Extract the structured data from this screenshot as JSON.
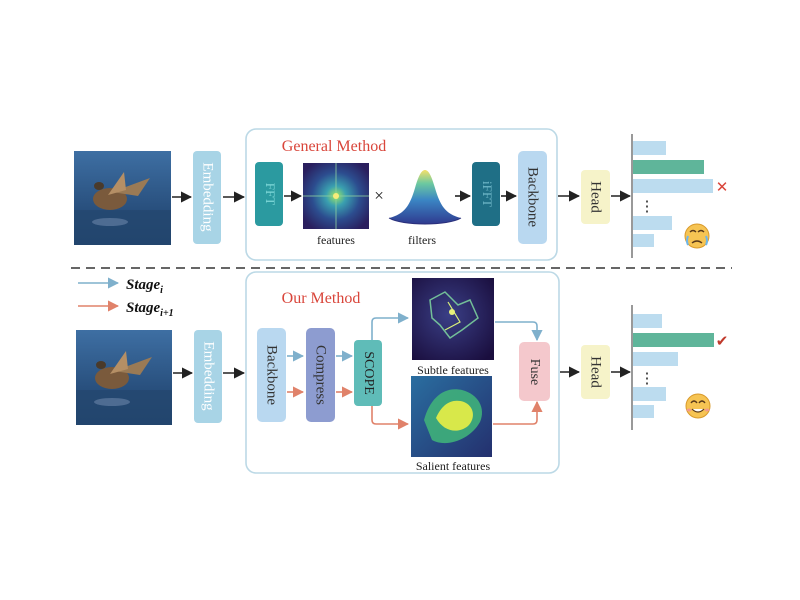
{
  "general": {
    "title": "General Method",
    "embedding": "Embedding",
    "fft": "FFT",
    "features_label": "features",
    "multiply": "×",
    "filters_label": "filters",
    "ifft": "iFFT",
    "backbone": "Backbone",
    "head": "Head",
    "result_mark": "✕",
    "ellipsis": "⋮"
  },
  "legend": {
    "stage": "Stage",
    "sub_i": "i",
    "sub_i1": "i+1"
  },
  "ours": {
    "title": "Our Method",
    "embedding": "Embedding",
    "backbone": "Backbone",
    "compress": "Compress",
    "scope": "SCOPE",
    "subtle_label": "Subtle features",
    "salient_label": "Salient features",
    "fuse": "Fuse",
    "head": "Head",
    "result_mark": "✔",
    "ellipsis": "⋮"
  },
  "colors": {
    "stage_i": "#7fb0cc",
    "stage_i1": "#e0826a",
    "title_red": "#d9453a",
    "panel_border": "#bcd9e6",
    "embedding": "#a8d4e6",
    "fft": "#2b9aa0",
    "ifft": "#1f6f86",
    "backbone": "#b9d8f0",
    "head": "#f6f3c9",
    "compress": "#8d9cd0",
    "scope": "#5fbcb8",
    "fuse": "#f4c8cc",
    "bar_blue": "#bcdcef",
    "bar_green": "#5fb59a"
  }
}
